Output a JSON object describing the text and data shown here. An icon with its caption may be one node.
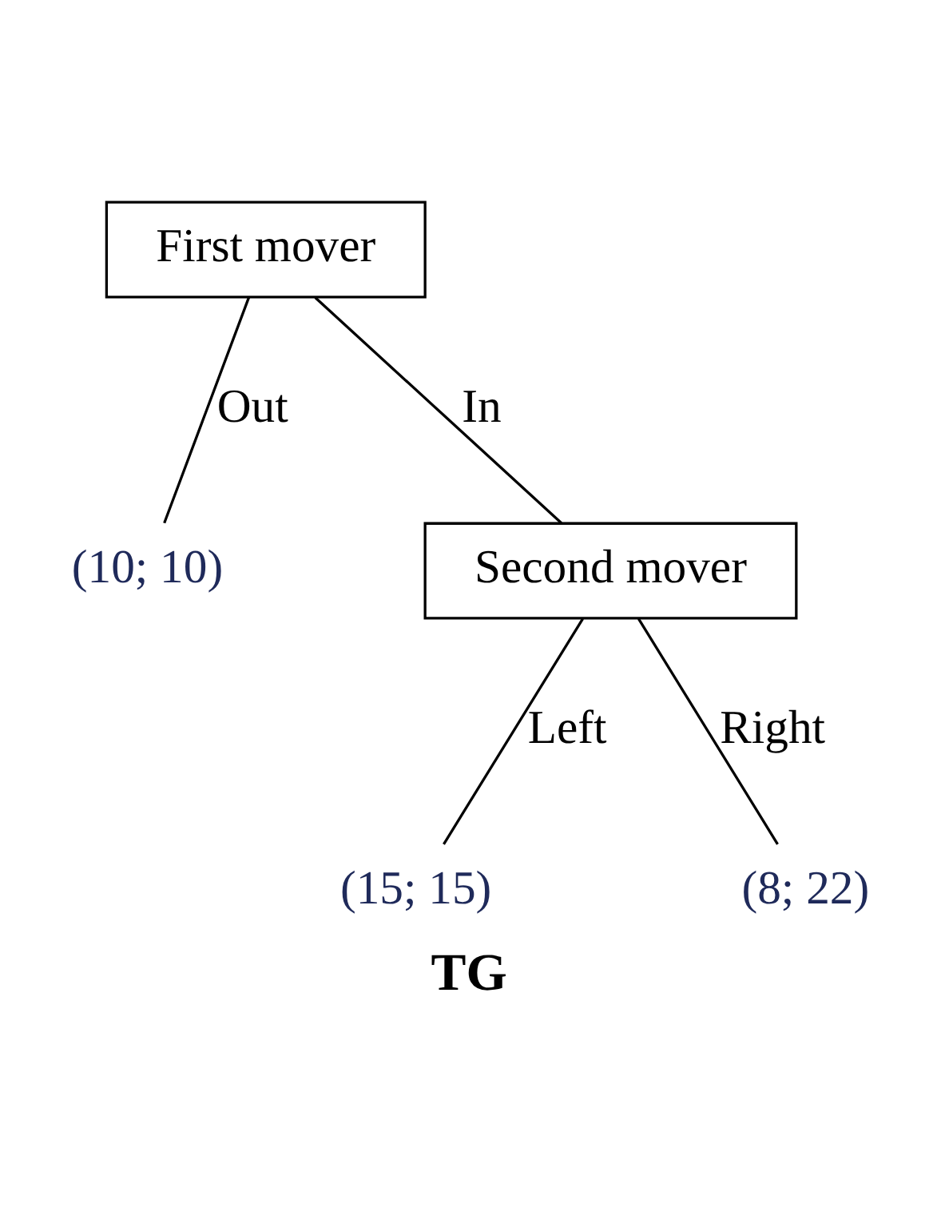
{
  "diagram": {
    "caption": "TG",
    "nodes": [
      {
        "text": [
          "First mover"
        ]
      },
      {
        "text": [
          "(10; 10)"
        ]
      },
      {
        "text": [
          "Second mover"
        ]
      },
      {
        "text": [
          "(15; 15)"
        ]
      },
      {
        "text": [
          "(8; 22)"
        ]
      }
    ],
    "edges": [
      {
        "from": 0,
        "to": 1,
        "arrow": "none",
        "label": "Out"
      },
      {
        "from": 0,
        "to": 2,
        "arrow": "none",
        "label": "In"
      },
      {
        "from": 2,
        "to": 3,
        "arrow": "none",
        "label": "Left"
      },
      {
        "from": 2,
        "to": 4,
        "arrow": "none",
        "label": "Right"
      }
    ]
  }
}
